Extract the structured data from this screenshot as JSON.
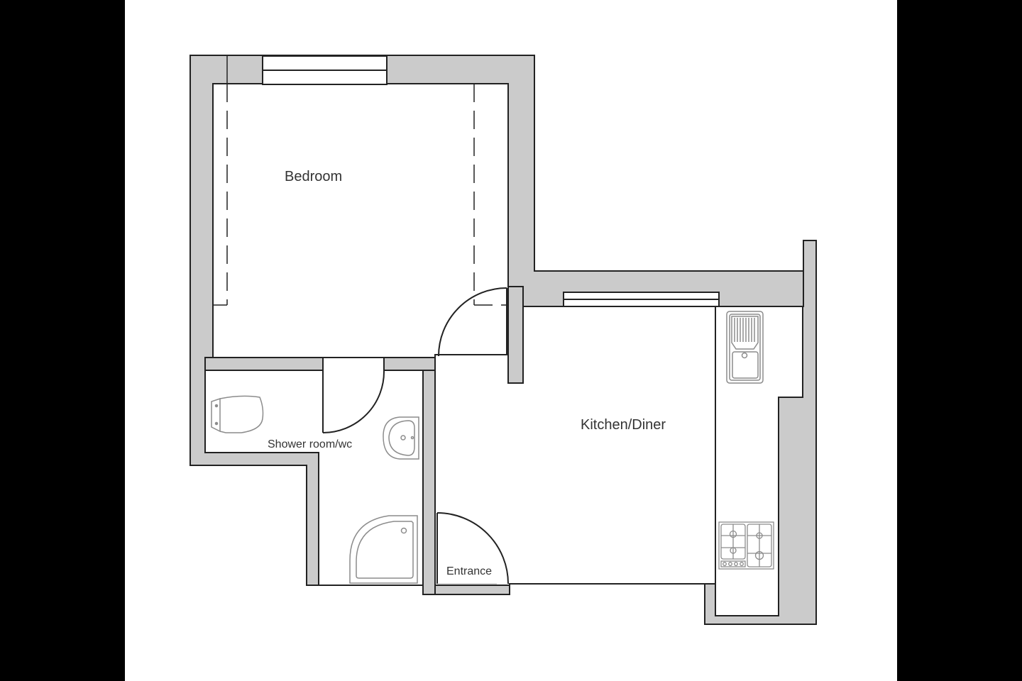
{
  "plan": {
    "type": "floor-plan",
    "colors": {
      "background": "#ffffff",
      "frame": "#000000",
      "wall_fill": "#cbcbcb",
      "wall_stroke": "#222222",
      "fixture_stroke": "#9a9a9a"
    },
    "rooms": [
      {
        "id": "bedroom",
        "label": "Bedroom"
      },
      {
        "id": "kitchen",
        "label": "Kitchen/Diner"
      },
      {
        "id": "shower",
        "label": "Shower room/wc"
      },
      {
        "id": "entrance",
        "label": "Entrance"
      }
    ],
    "fixtures": [
      {
        "name": "toilet",
        "room": "Shower room/wc"
      },
      {
        "name": "wash-basin",
        "room": "Shower room/wc"
      },
      {
        "name": "quadrant-shower-tray",
        "room": "Shower room/wc"
      },
      {
        "name": "kitchen-sink-with-drainer",
        "room": "Kitchen/Diner"
      },
      {
        "name": "gas-hob-4-burner",
        "room": "Kitchen/Diner"
      }
    ],
    "windows": [
      "bedroom-window",
      "kitchen-window"
    ],
    "doors": [
      "bedroom-door",
      "shower-room-door",
      "entrance-door"
    ]
  }
}
